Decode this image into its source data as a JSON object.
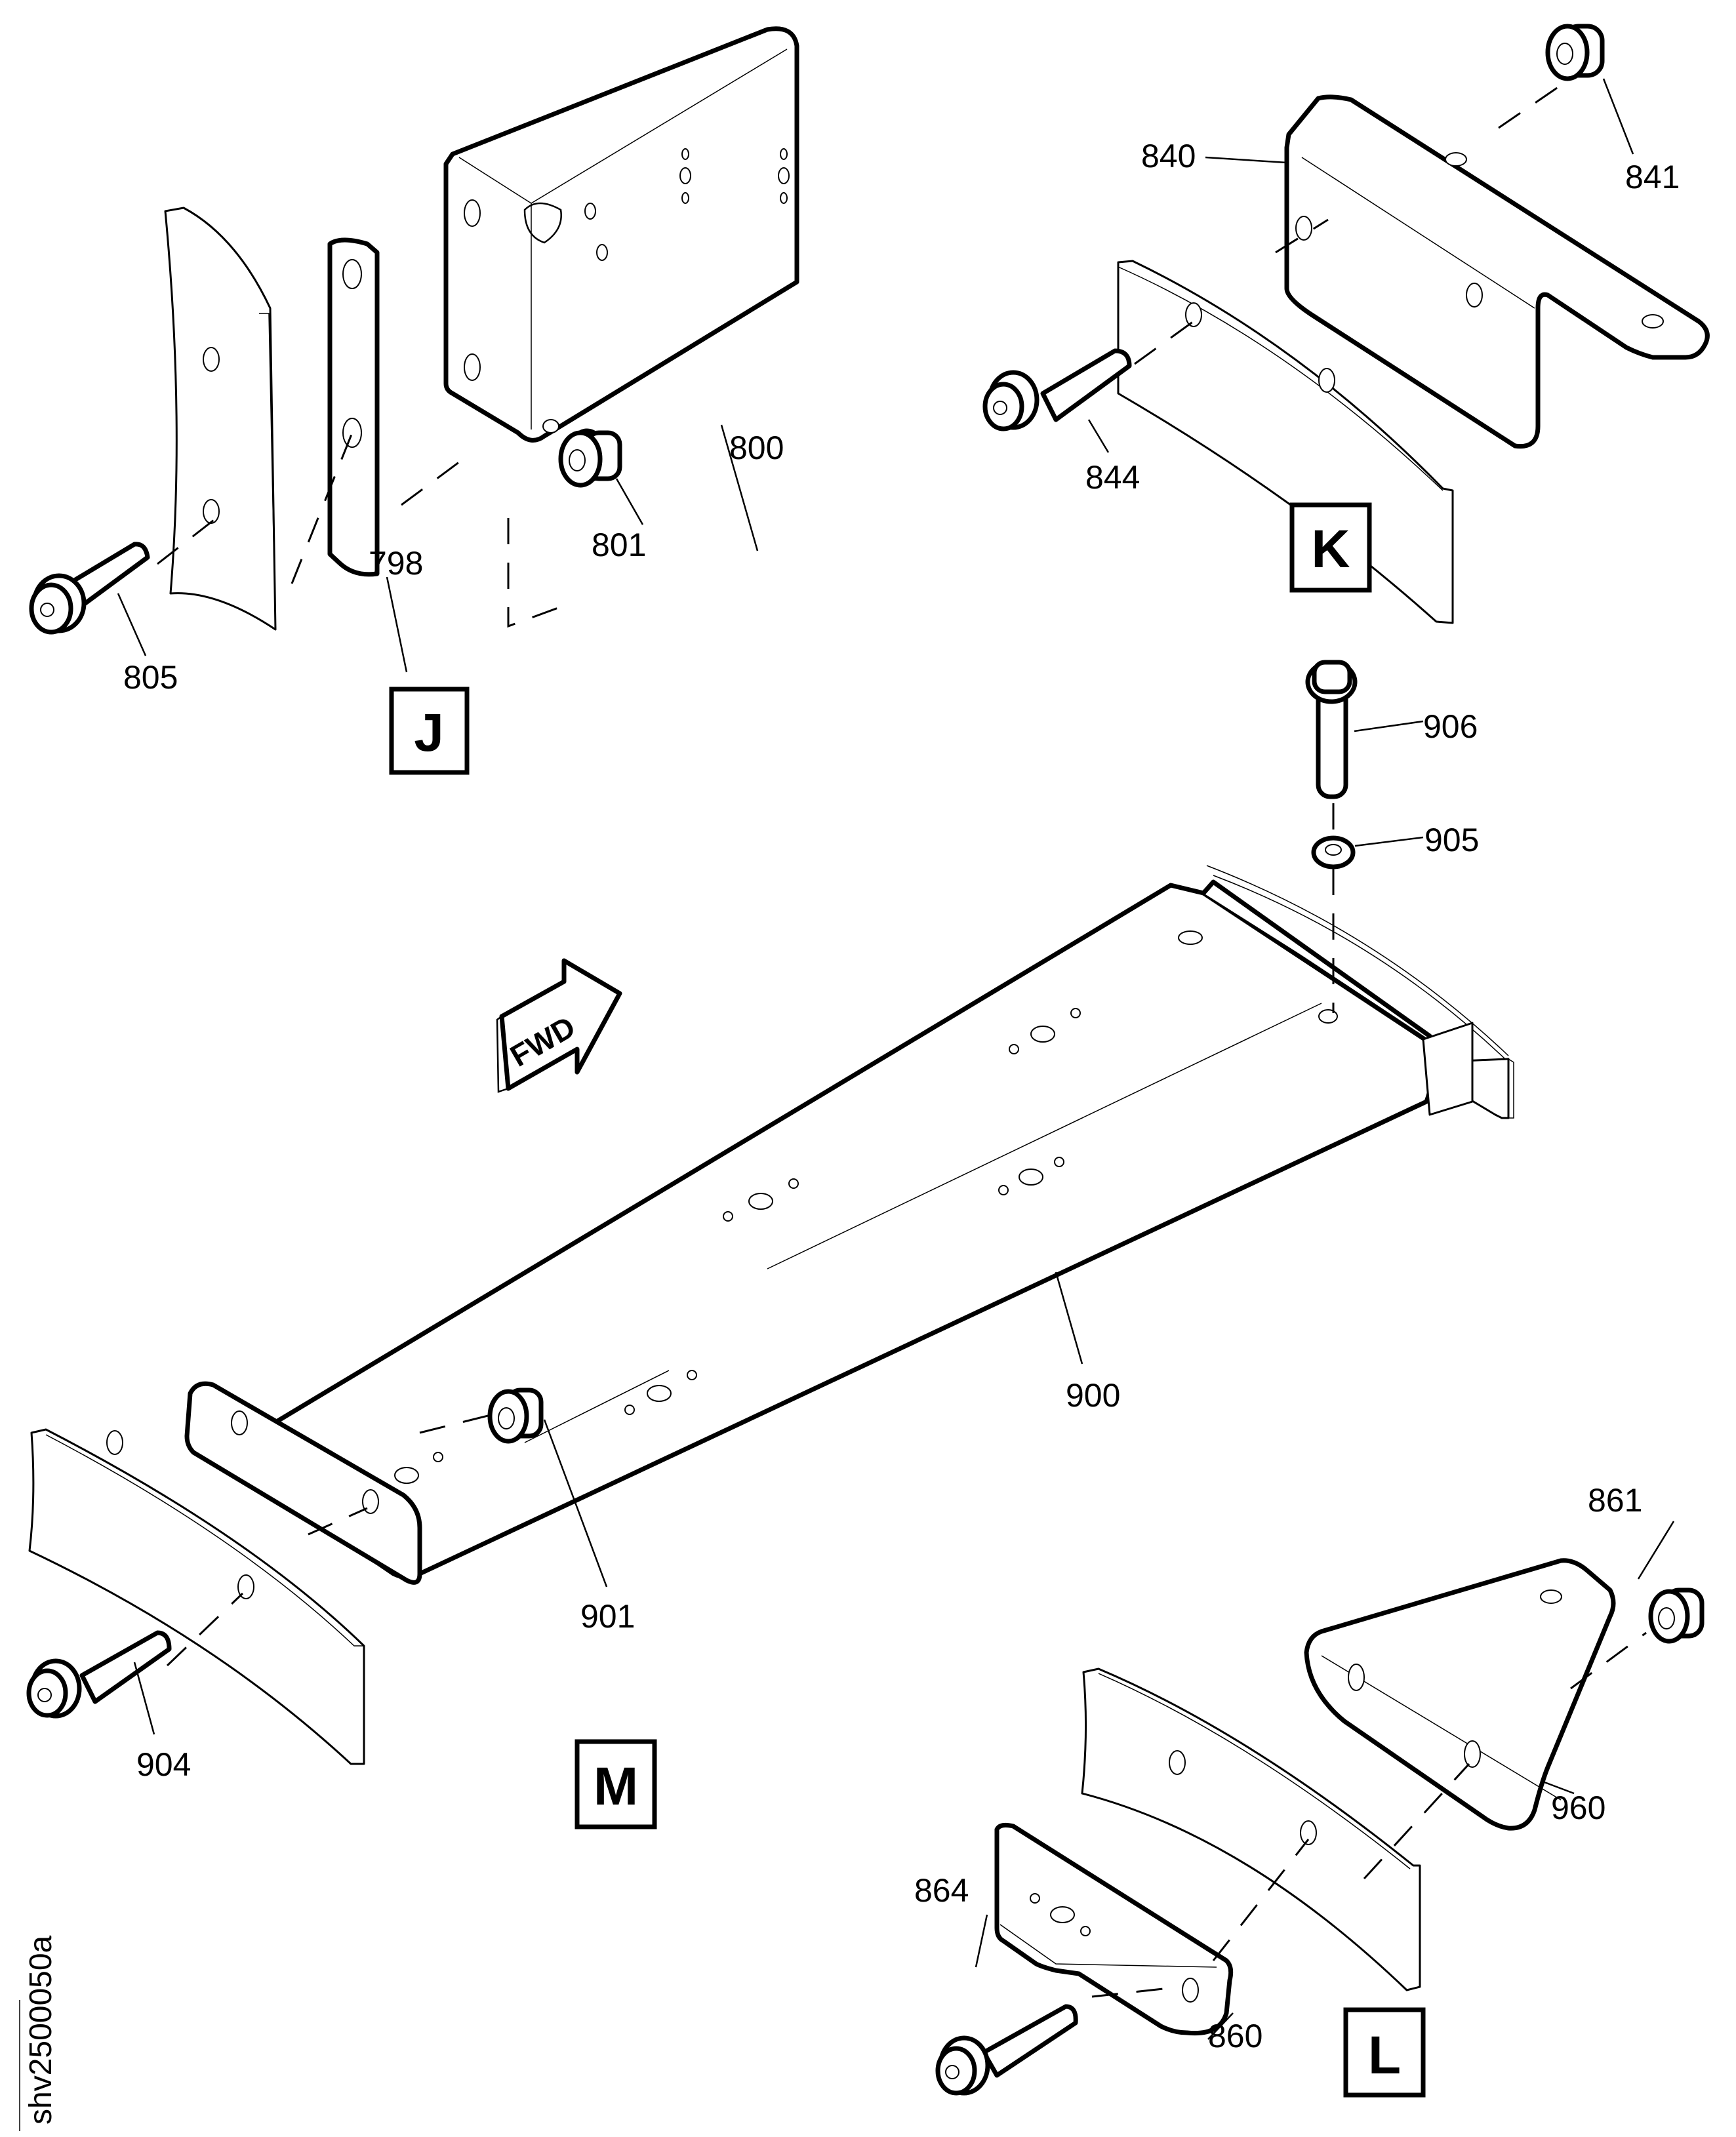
{
  "drawing": {
    "type": "exploded parts illustration",
    "reference_id": "shv2500050a",
    "direction_arrow": "FWD"
  },
  "views": [
    {
      "id": "J",
      "label": "J",
      "callouts": [
        "800",
        "801",
        "798",
        "805"
      ]
    },
    {
      "id": "K",
      "label": "K",
      "callouts": [
        "840",
        "841",
        "844"
      ]
    },
    {
      "id": "M",
      "label": "M",
      "callouts": [
        "906",
        "905",
        "900",
        "901",
        "904"
      ]
    },
    {
      "id": "L",
      "label": "L",
      "callouts": [
        "861",
        "960",
        "864",
        "860"
      ]
    }
  ],
  "callouts": {
    "c800": "800",
    "c801": "801",
    "c798": "798",
    "c805": "805",
    "c840": "840",
    "c841": "841",
    "c844": "844",
    "c906": "906",
    "c905": "905",
    "c900": "900",
    "c901": "901",
    "c904": "904",
    "c861": "861",
    "c960": "960",
    "c864": "864",
    "c860": "860"
  },
  "view_labels": {
    "J": "J",
    "K": "K",
    "M": "M",
    "L": "L"
  },
  "icons": {
    "bolt": "twelve-point-flange-bolt-icon",
    "nut": "flange-nut-icon",
    "washer": "washer-icon",
    "arrow": "fwd-arrow-icon"
  }
}
